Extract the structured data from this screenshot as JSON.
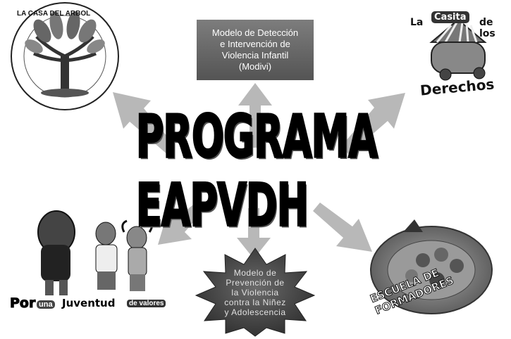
{
  "center": {
    "title": "PROGRAMA EAPVDH"
  },
  "nodes": {
    "top": {
      "lines": [
        "Modelo de Detección",
        "e Intervención de",
        "Violencia Infantil",
        "(Modivi)"
      ]
    },
    "top_left": {
      "logo_text": "LA CASA DEL ARBOL"
    },
    "top_right": {
      "logo_prefix": "La",
      "logo_badge": "Casita",
      "logo_suffix": "de los",
      "logo_main": "Derechos"
    },
    "bottom_left": {
      "logo_por": "Por",
      "logo_una": "una",
      "logo_juventud": "Juventud",
      "logo_tail": "de valores"
    },
    "bottom": {
      "lines": [
        "Modelo de",
        "Prevención de",
        "la Violencia",
        "contra la Niñez",
        "y Adolescencia"
      ]
    },
    "bottom_right": {
      "logo_text": "ESCUELA DE FORMADORES"
    }
  },
  "colors": {
    "arrow": "#b8b8b8",
    "box": "#6a6a6a",
    "star": "#4a4a4a"
  }
}
